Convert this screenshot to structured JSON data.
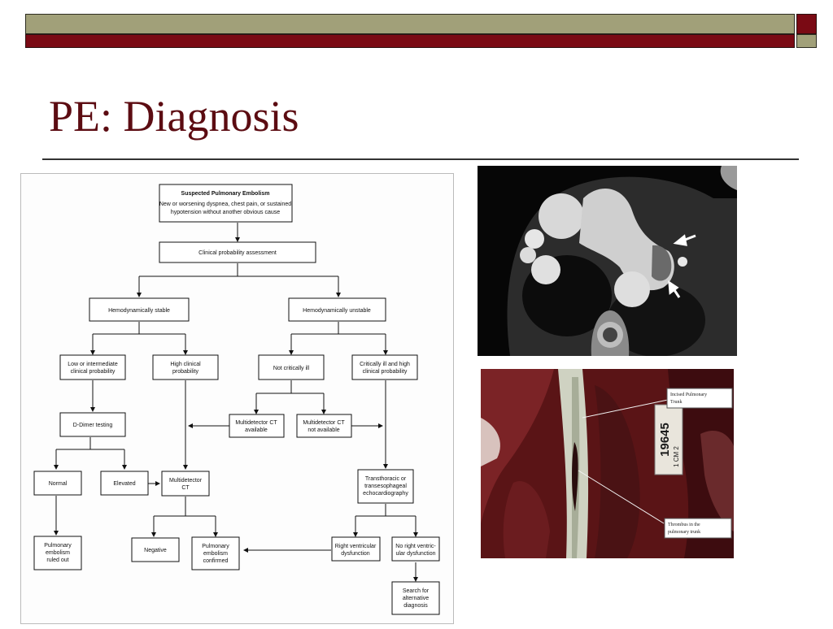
{
  "slide": {
    "title": "PE:  Diagnosis"
  },
  "flowchart": {
    "suspected_title": "Suspected Pulmonary Embolism",
    "suspected_line1": "New or worsening dyspnea, chest pain, or sustained",
    "suspected_line2": "hypotension without another obvious cause",
    "clinical_assessment": "Clinical probability assessment",
    "hemo_stable": "Hemodynamically stable",
    "hemo_unstable": "Hemodynamically unstable",
    "low_int_line1": "Low or intermediate",
    "low_int_line2": "clinical probability",
    "high_prob_line1": "High clinical",
    "high_prob_line2": "probability",
    "not_critically_ill": "Not critically ill",
    "critically_ill_line1": "Critically ill and high",
    "critically_ill_line2": "clinical probability",
    "ddimer": "D-Dimer testing",
    "ct_available_line1": "Multidetector CT",
    "ct_available_line2": "available",
    "ct_not_available_line1": "Multidetector CT",
    "ct_not_available_line2": "not available",
    "normal": "Normal",
    "elevated": "Elevated",
    "mdct_line1": "Multidetector",
    "mdct_line2": "CT",
    "echo_line1": "Transthoracic or",
    "echo_line2": "transesophageal",
    "echo_line3": "echocardiography",
    "negative": "Negative",
    "pe_confirmed_line1": "Pulmonary",
    "pe_confirmed_line2": "embolism",
    "pe_confirmed_line3": "confirmed",
    "pe_ruled_out_line1": "Pulmonary",
    "pe_ruled_out_line2": "embolism",
    "pe_ruled_out_line3": "ruled out",
    "rv_dys_line1": "Right ventricular",
    "rv_dys_line2": "dysfunction",
    "no_rv_line1": "No right ventric-",
    "no_rv_line2": "ular dysfunction",
    "search_line1": "Search for",
    "search_line2": "alternative",
    "search_line3": "diagnosis"
  },
  "gross_specimen": {
    "label_incised_line1": "Incised Pulmonary",
    "label_incised_line2": "Trunk",
    "label_thrombus_line1": "Thrombus in the",
    "label_thrombus_line2": "pulmonary trunk",
    "tag_number": "19645",
    "ruler_text": "1 CM 2"
  },
  "colors": {
    "title_color": "#5c0c12",
    "band_olive": "#a1a079",
    "band_dark_red": "#7a0a14"
  }
}
